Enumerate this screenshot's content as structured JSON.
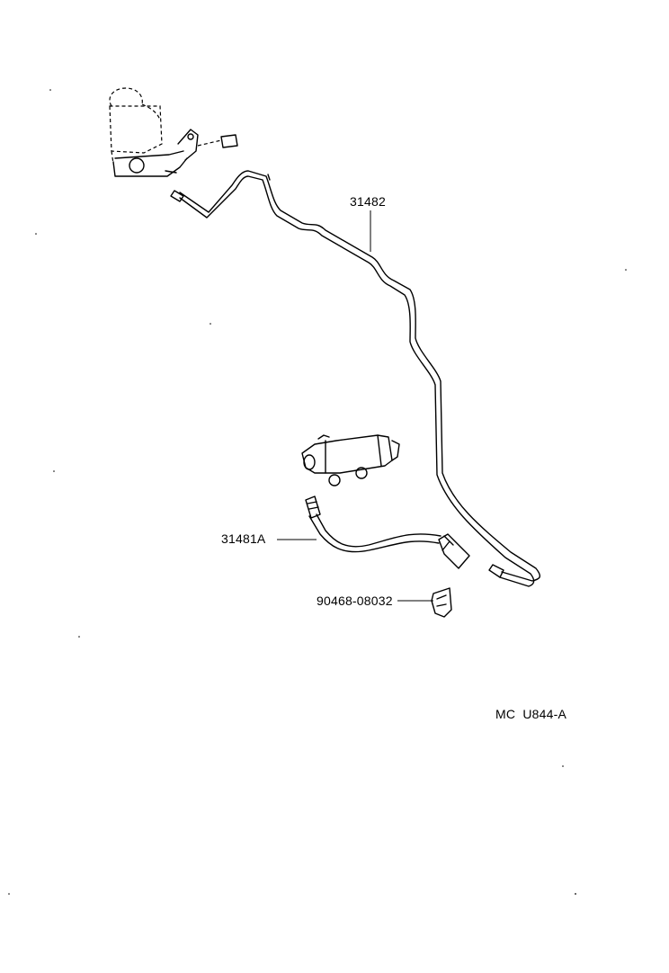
{
  "parts": [
    {
      "label": "31482"
    },
    {
      "label": "31481A"
    },
    {
      "label": "90468-08032"
    }
  ],
  "diagram_code": "MC  U844-A"
}
